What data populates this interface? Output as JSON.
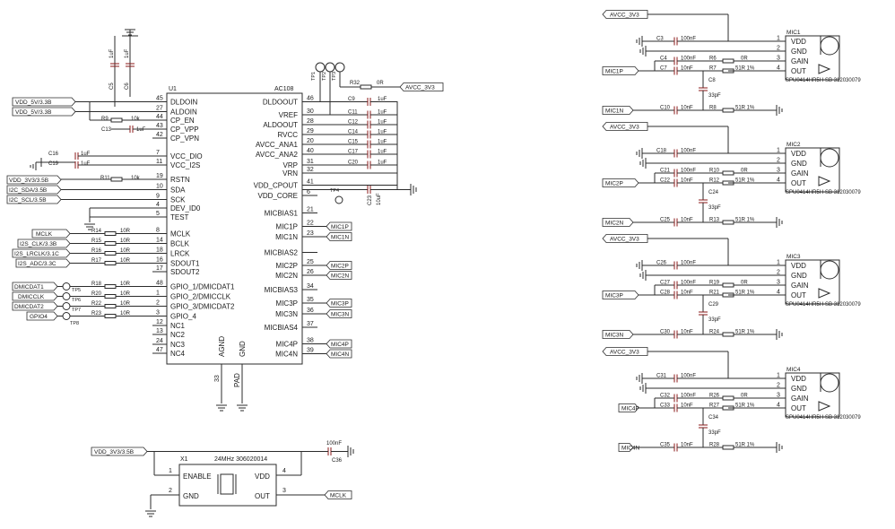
{
  "chip": {
    "ref": "U1",
    "part": "AC108",
    "left_pins": [
      {
        "num": "45",
        "name": "DLDOIN"
      },
      {
        "num": "27",
        "name": "ALDOIN"
      },
      {
        "num": "44",
        "name": "CP_EN"
      },
      {
        "num": "43",
        "name": "CP_VPP"
      },
      {
        "num": "42",
        "name": "CP_VPN"
      },
      {
        "num": "7",
        "name": "VCC_DIO"
      },
      {
        "num": "11",
        "name": "VCC_I2S"
      },
      {
        "num": "19",
        "name": "RSTN"
      },
      {
        "num": "10",
        "name": "SDA"
      },
      {
        "num": "9",
        "name": "SCK"
      },
      {
        "num": "4",
        "name": "DEV_ID0"
      },
      {
        "num": "5",
        "name": "TEST"
      },
      {
        "num": "8",
        "name": "MCLK"
      },
      {
        "num": "14",
        "name": "BCLK"
      },
      {
        "num": "18",
        "name": "LRCK"
      },
      {
        "num": "16",
        "name": "SDOUT1"
      },
      {
        "num": "17",
        "name": "SDOUT2"
      },
      {
        "num": "48",
        "name": "GPIO_1/DMICDAT1"
      },
      {
        "num": "1",
        "name": "GPIO_2/DMICCLK"
      },
      {
        "num": "2",
        "name": "GPIO_3/DMICDAT2"
      },
      {
        "num": "3",
        "name": "GPIO_4"
      },
      {
        "num": "12",
        "name": "NC1"
      },
      {
        "num": "13",
        "name": "NC2"
      },
      {
        "num": "24",
        "name": "NC3"
      },
      {
        "num": "47",
        "name": "NC4"
      }
    ],
    "right_pins": [
      {
        "num": "46",
        "name": "DLDOOUT"
      },
      {
        "num": "30",
        "name": "VREF"
      },
      {
        "num": "28",
        "name": "ALDOOUT"
      },
      {
        "num": "29",
        "name": "RVCC"
      },
      {
        "num": "20",
        "name": "AVCC_ANA1"
      },
      {
        "num": "40",
        "name": "AVCC_ANA2"
      },
      {
        "num": "31",
        "name": "VRP"
      },
      {
        "num": "32",
        "name": "VRN"
      },
      {
        "num": "41",
        "name": "VDD_CPOUT"
      },
      {
        "num": "6",
        "name": "VDD_CORE"
      },
      {
        "num": "21",
        "name": "MICBIAS1"
      },
      {
        "num": "22",
        "name": "MIC1P"
      },
      {
        "num": "23",
        "name": "MIC1N"
      },
      {
        "num": "",
        "name": "MICBIAS2"
      },
      {
        "num": "25",
        "name": "MIC2P"
      },
      {
        "num": "26",
        "name": "MIC2N"
      },
      {
        "num": "34",
        "name": "MICBIAS3"
      },
      {
        "num": "35",
        "name": "MIC3P"
      },
      {
        "num": "36",
        "name": "MIC3N"
      },
      {
        "num": "37",
        "name": "MICBIAS4"
      },
      {
        "num": "38",
        "name": "MIC4P"
      },
      {
        "num": "39",
        "name": "MIC4N"
      }
    ],
    "bottom_pins": [
      {
        "num": "33",
        "name": "AGND"
      },
      {
        "num": "",
        "name": "PAD"
      },
      {
        "num": "",
        "name": "GND"
      }
    ]
  },
  "left_nets": [
    {
      "label": "VDD_5V/3.3B"
    },
    {
      "label": "VDD_5V/3.3B"
    },
    {
      "label": "VDD_3V3/3.5B"
    },
    {
      "label": "I2C_SDA/3.5B"
    },
    {
      "label": "I2C_SCL/3.5B"
    },
    {
      "label": "MCLK"
    },
    {
      "label": "I2S_CLK/3.3B"
    },
    {
      "label": "I2S_LRCLK/3.1C"
    },
    {
      "label": "I2S_ADC/3.3C"
    },
    {
      "label": "DMICDAT1"
    },
    {
      "label": "DMICCLK"
    },
    {
      "label": "DMICDAT2"
    },
    {
      "label": "GPIO4"
    }
  ],
  "left_parts": {
    "r9": {
      "ref": "R9",
      "val": "10k"
    },
    "c13": {
      "ref": "C13",
      "val": "1uF"
    },
    "c16": {
      "ref": "C16",
      "val": "1uF"
    },
    "c19": {
      "ref": "C19",
      "val": "1uF"
    },
    "r11": {
      "ref": "R11",
      "val": "10k"
    },
    "c5": {
      "ref": "C5",
      "val": "1uF"
    },
    "c6": {
      "ref": "C6",
      "val": "1uF"
    },
    "sig_res": [
      {
        "ref": "R14",
        "val": "10R"
      },
      {
        "ref": "R15",
        "val": "10R"
      },
      {
        "ref": "R16",
        "val": "10R"
      },
      {
        "ref": "R17",
        "val": "10R"
      },
      {
        "ref": "R18",
        "val": "10R"
      },
      {
        "ref": "R20",
        "val": "10R"
      },
      {
        "ref": "R22",
        "val": "10R"
      },
      {
        "ref": "R23",
        "val": "10R"
      }
    ],
    "tp_left": [
      {
        "ref": "TP5"
      },
      {
        "ref": "TP6"
      },
      {
        "ref": "TP7"
      },
      {
        "ref": "TP8"
      }
    ]
  },
  "right_caps": [
    {
      "ref": "C9",
      "val": "1uF"
    },
    {
      "ref": "C11",
      "val": "1uF"
    },
    {
      "ref": "C12",
      "val": "1uF"
    },
    {
      "ref": "C14",
      "val": "1uF"
    },
    {
      "ref": "C15",
      "val": "1uF"
    },
    {
      "ref": "C17",
      "val": "1uF"
    },
    {
      "ref": "C20",
      "val": "1uF"
    }
  ],
  "top_right": {
    "r32": {
      "ref": "R32",
      "val": "0R"
    },
    "avcc_label": "AVCC_3V3",
    "tps": [
      {
        "ref": "TP1"
      },
      {
        "ref": "TP2"
      },
      {
        "ref": "TP3"
      }
    ],
    "tp4": {
      "ref": "TP4"
    },
    "c23": {
      "ref": "C23",
      "val": "10uF"
    }
  },
  "mic_out_labels": [
    "MIC1P",
    "MIC1N",
    "MIC2P",
    "MIC2N",
    "MIC3P",
    "MIC3N",
    "MIC4P",
    "MIC4N"
  ],
  "mics": [
    {
      "supply": "AVCC_3V3",
      "ref": "MIC1",
      "part": "SPU0414HR5H-SB 312030079",
      "c_top": {
        "ref": "C3",
        "val": "100nF"
      },
      "c_gain": {
        "ref": "C4",
        "val": "100nF"
      },
      "r_gain": {
        "ref": "R6",
        "val": "0R"
      },
      "c_out": {
        "ref": "C7",
        "val": "10nF"
      },
      "r_out": {
        "ref": "R7",
        "val": "51R 1%"
      },
      "c_mid": {
        "ref": "C8",
        "val": "33pF"
      },
      "c_n": {
        "ref": "C10",
        "val": "10nF"
      },
      "r_n": {
        "ref": "R8",
        "val": "51R 1%"
      },
      "net_p": "MIC1P",
      "net_n": "MIC1N"
    },
    {
      "supply": "AVCC_3V3",
      "ref": "MIC2",
      "part": "SPU0414HR5H-SB 312030079",
      "c_top": {
        "ref": "C18",
        "val": "100nF"
      },
      "c_gain": {
        "ref": "C21",
        "val": "100nF"
      },
      "r_gain": {
        "ref": "R10",
        "val": "0R"
      },
      "c_out": {
        "ref": "C22",
        "val": "10nF"
      },
      "r_out": {
        "ref": "R12",
        "val": "51R 1%"
      },
      "c_mid": {
        "ref": "C24",
        "val": "33pF"
      },
      "c_n": {
        "ref": "C25",
        "val": "10nF"
      },
      "r_n": {
        "ref": "R13",
        "val": "51R 1%"
      },
      "net_p": "MIC2P",
      "net_n": "MIC2N"
    },
    {
      "supply": "AVCC_3V3",
      "ref": "MIC3",
      "part": "SPU0414HR5H-SB 312030079",
      "c_top": {
        "ref": "C26",
        "val": "100nF"
      },
      "c_gain": {
        "ref": "C27",
        "val": "100nF"
      },
      "r_gain": {
        "ref": "R19",
        "val": "0R"
      },
      "c_out": {
        "ref": "C28",
        "val": "10nF"
      },
      "r_out": {
        "ref": "R21",
        "val": "51R 1%"
      },
      "c_mid": {
        "ref": "C29",
        "val": "33pF"
      },
      "c_n": {
        "ref": "C30",
        "val": "10nF"
      },
      "r_n": {
        "ref": "R24",
        "val": "51R 1%"
      },
      "net_p": "MIC3P",
      "net_n": "MIC3N"
    },
    {
      "supply": "AVCC_3V3",
      "ref": "MIC4",
      "part": "SPU0414HR5H-SB 312030079",
      "c_top": {
        "ref": "C31",
        "val": "100nF"
      },
      "c_gain": {
        "ref": "C32",
        "val": "100nF"
      },
      "r_gain": {
        "ref": "R26",
        "val": "0R"
      },
      "c_out": {
        "ref": "C33",
        "val": "10nF"
      },
      "r_out": {
        "ref": "R27",
        "val": "51R 1%"
      },
      "c_mid": {
        "ref": "C34",
        "val": "33pF"
      },
      "c_n": {
        "ref": "C35",
        "val": "10nF"
      },
      "r_n": {
        "ref": "R28",
        "val": "51R 1%"
      },
      "net_p": "MIC4P",
      "net_n": "MIC4N"
    }
  ],
  "mic_pin_names": [
    "VDD",
    "GND",
    "GAIN",
    "OUT"
  ],
  "mic_pin_nums": [
    "1",
    "2",
    "3",
    "4"
  ],
  "osc": {
    "ref": "X1",
    "part": "24MHz 306020014",
    "supply": "VDD_3V3/3.5B",
    "pins": [
      {
        "num": "1",
        "name": "ENABLE"
      },
      {
        "num": "2",
        "name": "GND"
      },
      {
        "num": "4",
        "name": "VDD"
      },
      {
        "num": "3",
        "name": "OUT"
      }
    ],
    "cap": {
      "ref": "C36",
      "val": "100nF"
    },
    "out_net": "MCLK"
  }
}
